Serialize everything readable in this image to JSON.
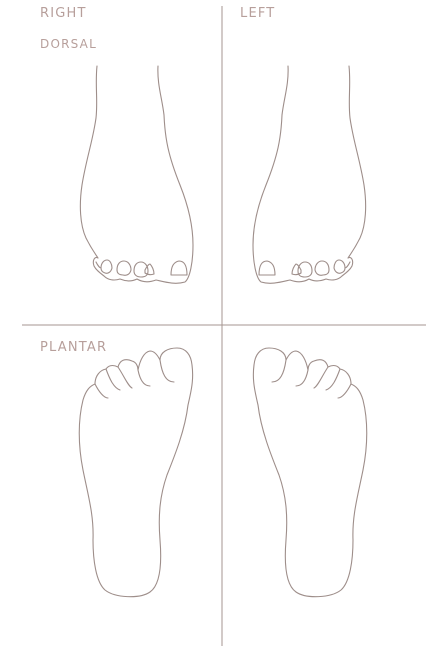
{
  "labels": {
    "right": "RIGHT",
    "left": "LEFT",
    "dorsal": "DORSAL",
    "plantar": "PLANTAR"
  },
  "colors": {
    "label": "#b79f9b",
    "outline": "#9e8e8a",
    "divider": "#a69590",
    "background": "#ffffff"
  }
}
